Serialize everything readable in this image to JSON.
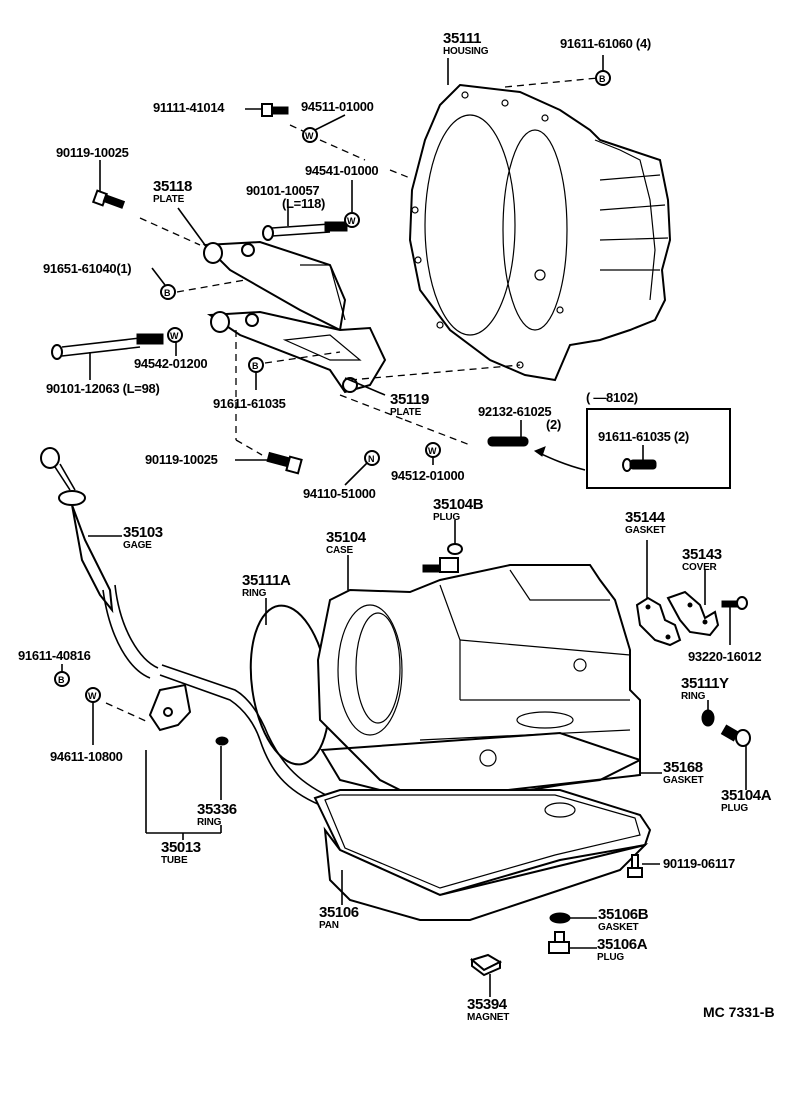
{
  "diagram": {
    "title": "Automatic transmission housing, case and oil pan — exploded parts view",
    "figure_code": "MC  7331-B",
    "parts": [
      {
        "id": "p-35111",
        "number": "35111",
        "name": "HOUSING"
      },
      {
        "id": "p-91611-61060",
        "number": "91611-61060 (4)",
        "symbol": "B"
      },
      {
        "id": "p-91111-41014",
        "number": "91111-41014"
      },
      {
        "id": "p-94511-01000",
        "number": "94511-01000",
        "symbol": "W"
      },
      {
        "id": "p-90119-10025-a",
        "number": "90119-10025"
      },
      {
        "id": "p-94541-01000",
        "number": "94541-01000",
        "symbol": "W"
      },
      {
        "id": "p-35118",
        "number": "35118",
        "name": "PLATE"
      },
      {
        "id": "p-90101-10057",
        "number": "90101-10057",
        "note": "(L=118)"
      },
      {
        "id": "p-91651-61040",
        "number": "91651-61040(1)",
        "symbol": "B"
      },
      {
        "id": "p-94542-01200",
        "number": "94542-01200",
        "symbol": "W"
      },
      {
        "id": "p-90101-12063",
        "number": "90101-12063 (L=98)"
      },
      {
        "id": "p-91611-61035",
        "number": "91611-61035",
        "symbol": "B"
      },
      {
        "id": "p-35119",
        "number": "35119",
        "name": "PLATE"
      },
      {
        "id": "p-92132-61025",
        "number": "92132-61025",
        "note": "(2)"
      },
      {
        "id": "p-90119-10025-b",
        "number": "90119-10025"
      },
      {
        "id": "p-94512-01000",
        "number": "94512-01000",
        "symbol": "W"
      },
      {
        "id": "p-94110-51000",
        "number": "94110-51000",
        "symbol": "N"
      },
      {
        "id": "p-35103",
        "number": "35103",
        "name": "GAGE"
      },
      {
        "id": "p-35104B",
        "number": "35104B",
        "name": "PLUG"
      },
      {
        "id": "p-35104",
        "number": "35104",
        "name": "CASE"
      },
      {
        "id": "p-35144",
        "number": "35144",
        "name": "GASKET"
      },
      {
        "id": "p-35143",
        "number": "35143",
        "name": "COVER"
      },
      {
        "id": "p-35111A",
        "number": "35111A",
        "name": "RING"
      },
      {
        "id": "p-93220-16012",
        "number": "93220-16012"
      },
      {
        "id": "p-91611-40816",
        "number": "91611-40816",
        "symbol": "B"
      },
      {
        "id": "p-35111Y",
        "number": "35111Y",
        "name": "RING"
      },
      {
        "id": "p-94611-10800",
        "number": "94611-10800",
        "symbol": "W"
      },
      {
        "id": "p-35104A",
        "number": "35104A",
        "name": "PLUG"
      },
      {
        "id": "p-35168",
        "number": "35168",
        "name": "GASKET"
      },
      {
        "id": "p-35336",
        "number": "35336",
        "name": "RING"
      },
      {
        "id": "p-35013",
        "number": "35013",
        "name": "TUBE"
      },
      {
        "id": "p-90119-06117",
        "number": "90119-06117"
      },
      {
        "id": "p-35106",
        "number": "35106",
        "name": "PAN"
      },
      {
        "id": "p-35106B",
        "number": "35106B",
        "name": "GASKET"
      },
      {
        "id": "p-35106A",
        "number": "35106A",
        "name": "PLUG"
      },
      {
        "id": "p-35394",
        "number": "35394",
        "name": "MAGNET"
      }
    ],
    "inset": {
      "header": "(        —8102)",
      "part_number": "91611-61035 (2)"
    },
    "symbols": {
      "bolt_flange": "B",
      "washer": "W",
      "nut": "N"
    }
  }
}
